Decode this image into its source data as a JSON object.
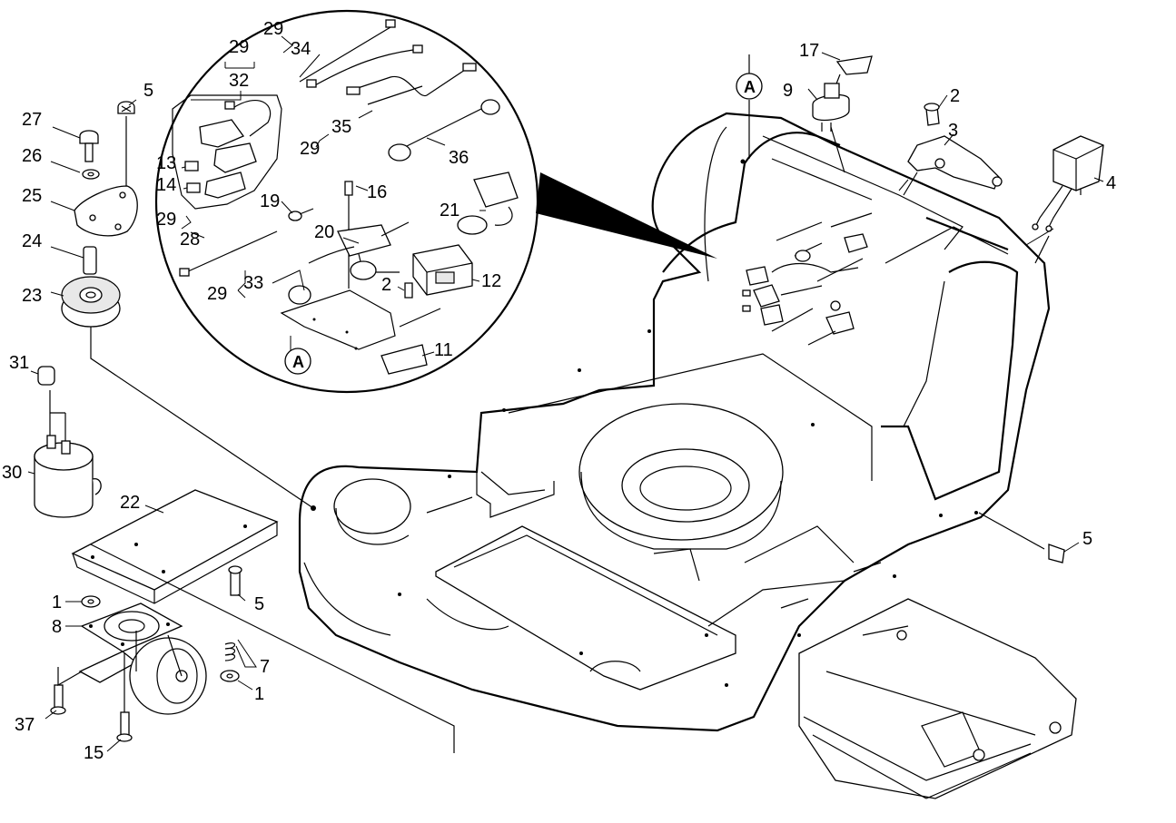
{
  "diagram": {
    "callouts": {
      "c1a": "1",
      "c1b": "1",
      "c2a": "2",
      "c2b": "2",
      "c3": "3",
      "c4": "4",
      "c5a": "5",
      "c5b": "5",
      "c5c": "5",
      "c7": "7",
      "c8": "8",
      "c9": "9",
      "c11": "11",
      "c12": "12",
      "c13": "13",
      "c14": "14",
      "c15": "15",
      "c16": "16",
      "c17": "17",
      "c19": "19",
      "c20": "20",
      "c21": "21",
      "c22": "22",
      "c23": "23",
      "c24": "24",
      "c25": "25",
      "c26": "26",
      "c27": "27",
      "c28": "28",
      "c29a": "29",
      "c29b": "29",
      "c29c": "29",
      "c29d": "29",
      "c29e": "29",
      "c30": "30",
      "c31": "31",
      "c32": "32",
      "c33": "33",
      "c34": "34",
      "c35": "35",
      "c36": "36",
      "c37": "37"
    },
    "markers": {
      "a1": "A",
      "a2": "A"
    }
  }
}
